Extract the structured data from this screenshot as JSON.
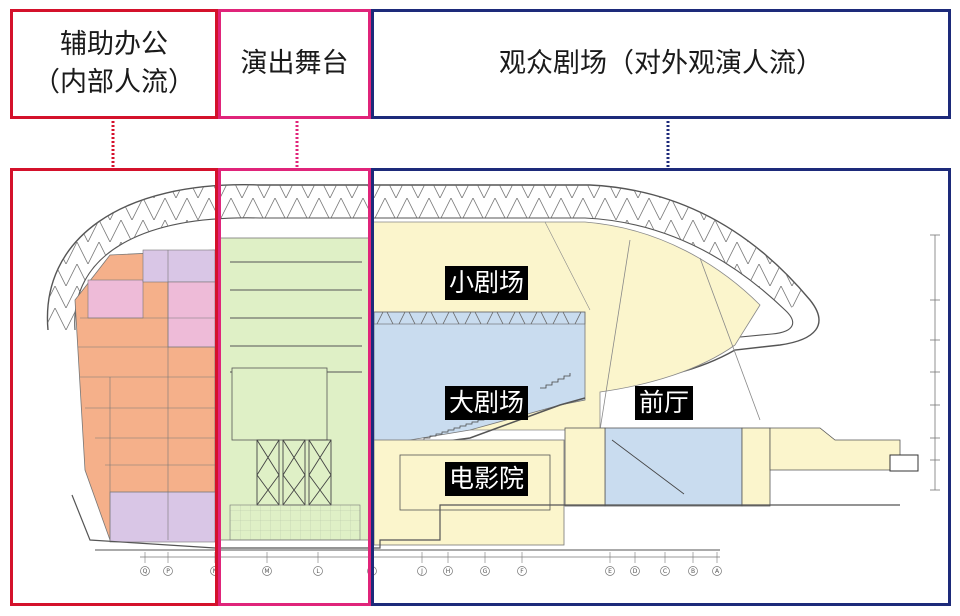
{
  "headers": {
    "office_line1": "辅助办公",
    "office_line2": "（内部人流）",
    "stage": "演出舞台",
    "theater": "观众剧场（对外观演人流）"
  },
  "labels": {
    "small_theater": "小剧场",
    "big_theater": "大剧场",
    "cinema": "电影院",
    "lobby": "前厅"
  },
  "colors": {
    "office": "#d4112b",
    "stage": "#e0247a",
    "theater": "#1d2a7a",
    "office_fill": "#f5b08a",
    "purple_fill": "#d9c6e6",
    "pink_fill": "#eebbd8",
    "stage_fill": "#dff0c6",
    "auditorium_fill": "#c9dcef",
    "lobby_fill": "#fbf5cc"
  },
  "axis_labels": [
    "Q",
    "P",
    "N",
    "M",
    "L",
    "K",
    "J",
    "H",
    "G",
    "F",
    "E",
    "D",
    "C",
    "B",
    "A"
  ]
}
